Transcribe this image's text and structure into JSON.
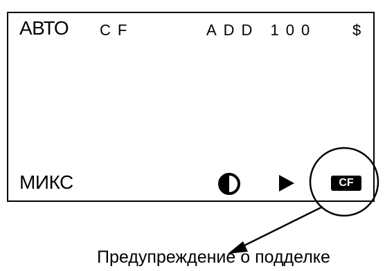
{
  "display": {
    "mode_top": "АВТО",
    "cf_top": "CF",
    "add_text": "ADD 100",
    "currency": "$",
    "mode_bottom": "МИКС",
    "cf_badge": "CF"
  },
  "icons": [
    "contrast-icon",
    "play-icon"
  ],
  "caption": "Предупреждение о подделке",
  "colors": {
    "line": "#000000",
    "background": "#ffffff"
  }
}
